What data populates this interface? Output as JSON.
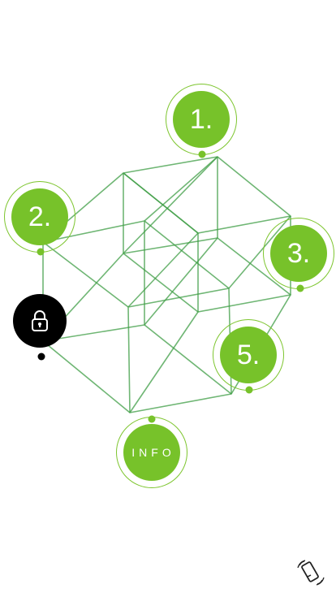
{
  "nodes": {
    "n1": {
      "label": "1."
    },
    "n2": {
      "label": "2."
    },
    "n3": {
      "label": "3."
    },
    "n5": {
      "label": "5."
    },
    "info": {
      "label": "INFO"
    }
  },
  "icons": {
    "lock": "lock-icon",
    "rotate": "rotate-device-icon"
  },
  "colors": {
    "accent": "#77c22a",
    "wire": "#3f9d45",
    "lock_bg": "#000000",
    "background": "#ffffff"
  }
}
